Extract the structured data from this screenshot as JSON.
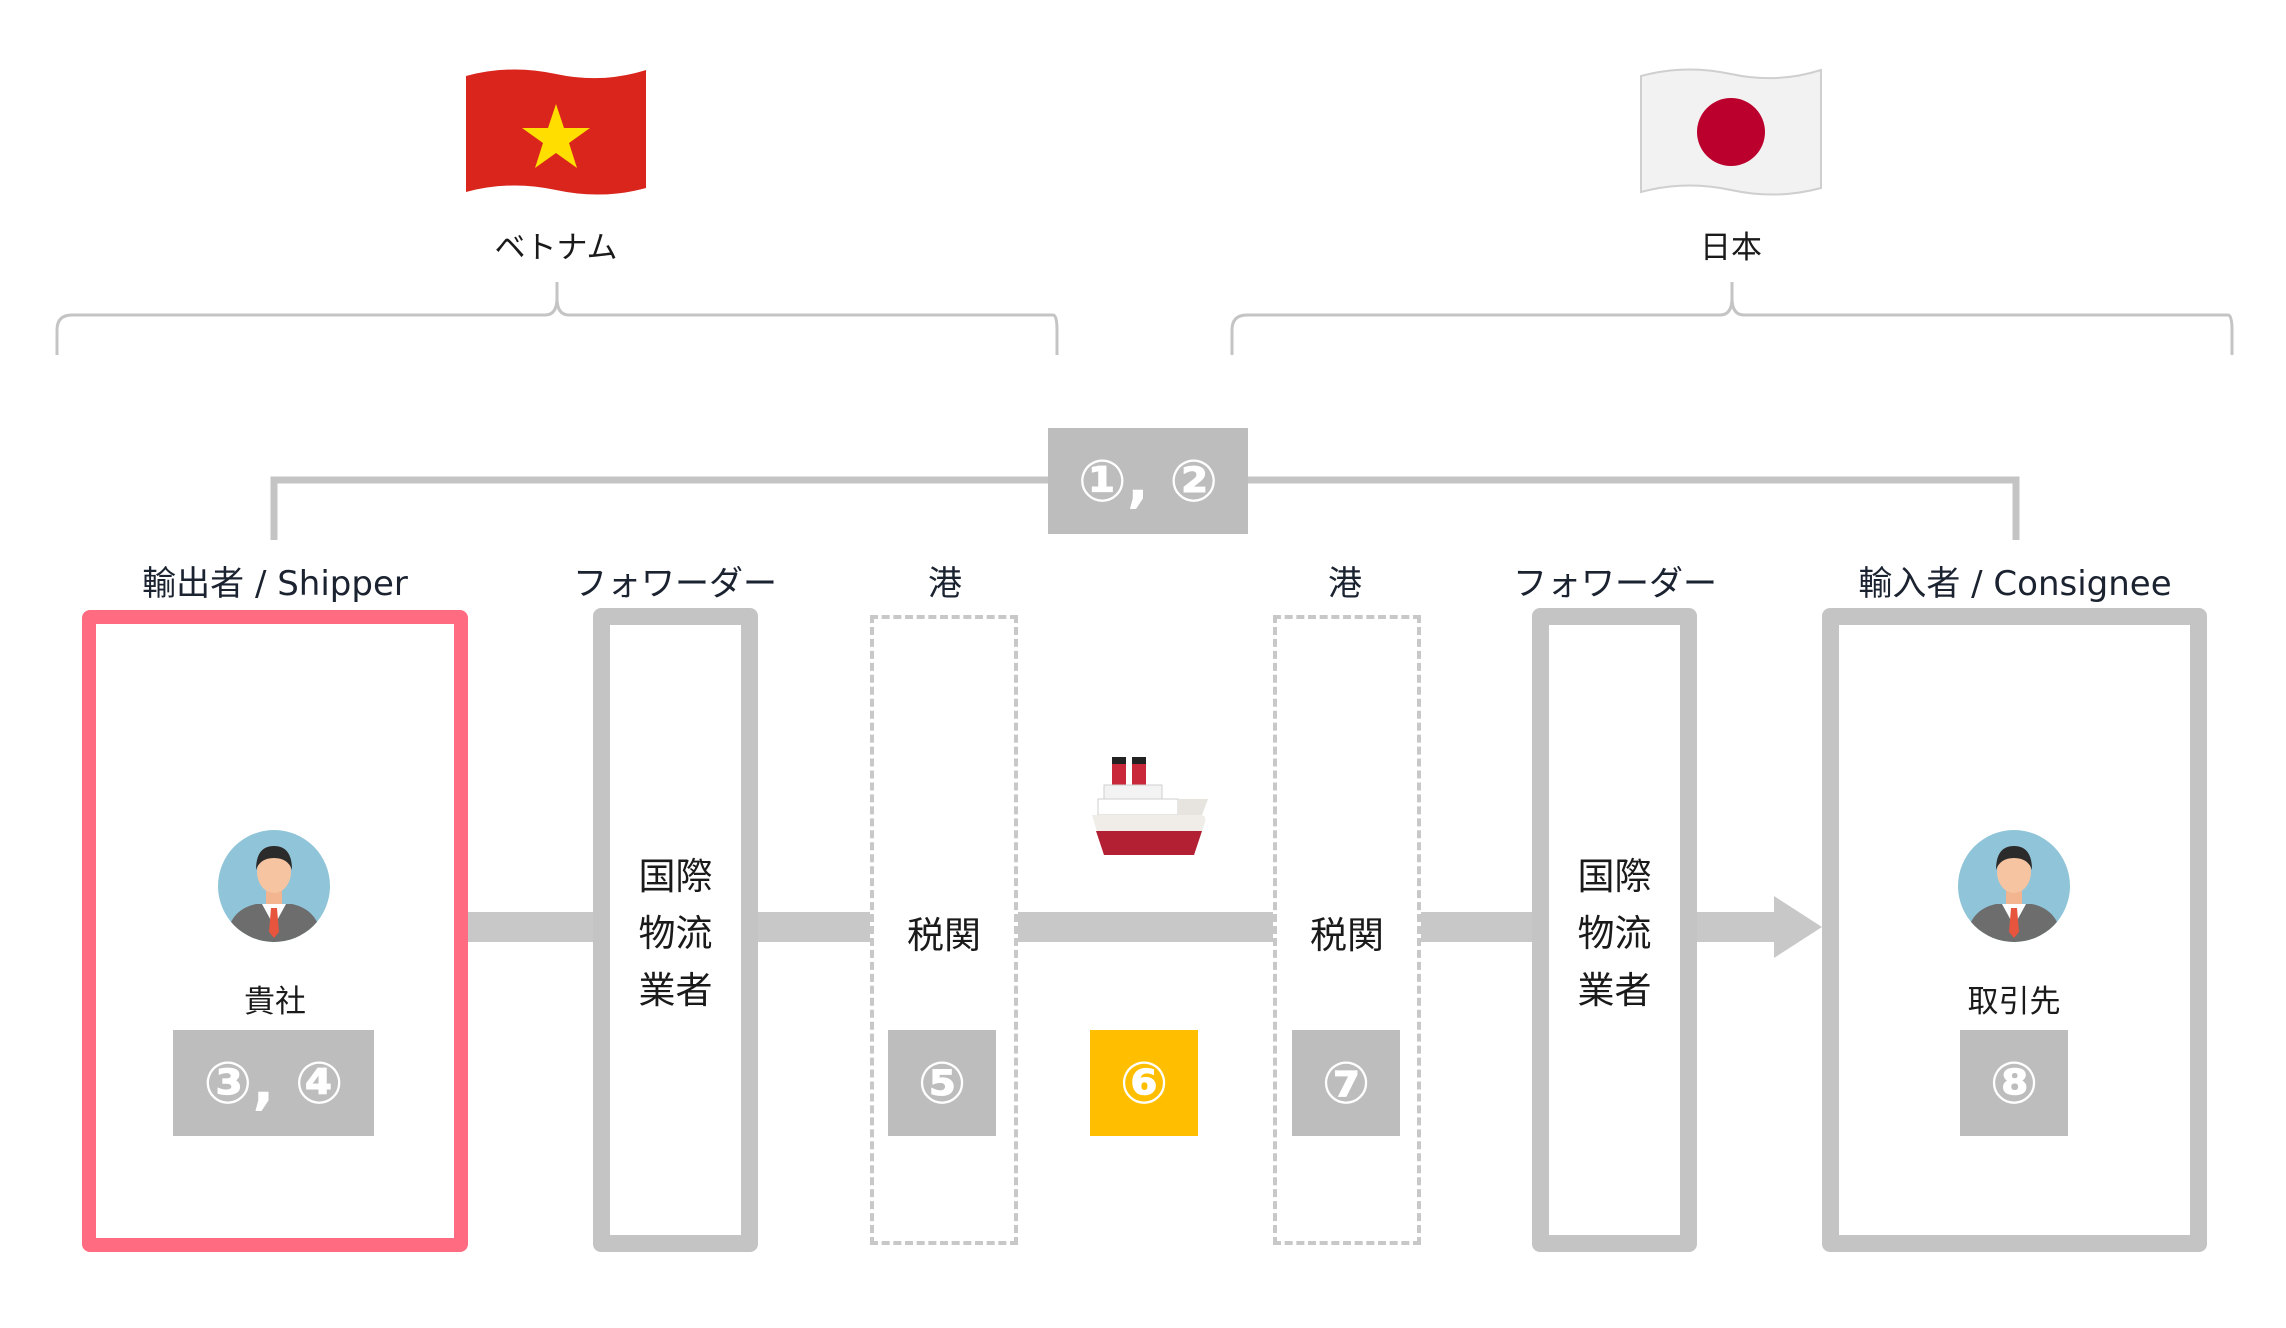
{
  "countries": {
    "left": {
      "name": "ベトナム",
      "flag_icon": "vietnam-flag-icon",
      "flag_bg": "#da251d",
      "star": "#ffde00"
    },
    "right": {
      "name": "日本",
      "flag_icon": "japan-flag-icon",
      "flag_bg": "#f2f2f2",
      "circle": "#bc002d"
    }
  },
  "top_badge": "①, ②",
  "columns": {
    "shipper": {
      "header": "輸出者 / Shipper",
      "label": "貴社",
      "badge": "③, ④",
      "icon": "businessman-avatar-icon"
    },
    "forwarder_left": {
      "header": "フォワーダー",
      "lines": [
        "国際",
        "物流",
        "業者"
      ]
    },
    "port_left": {
      "header": "港",
      "label": "税関",
      "badge": "⑤"
    },
    "ship": {
      "icon": "ship-icon",
      "badge": "⑥"
    },
    "port_right": {
      "header": "港",
      "label": "税関",
      "badge": "⑦"
    },
    "forwarder_right": {
      "header": "フォワーダー",
      "lines": [
        "国際",
        "物流",
        "業者"
      ]
    },
    "consignee": {
      "header": "輸入者 / Consignee",
      "label": "取引先",
      "badge": "⑧",
      "icon": "businessman-avatar-icon"
    }
  },
  "colors": {
    "highlight": "#ff6b80",
    "box_gray": "#c4c4c4",
    "badge_gray": "#bdbdbd",
    "badge_gold": "#ffbf00"
  }
}
